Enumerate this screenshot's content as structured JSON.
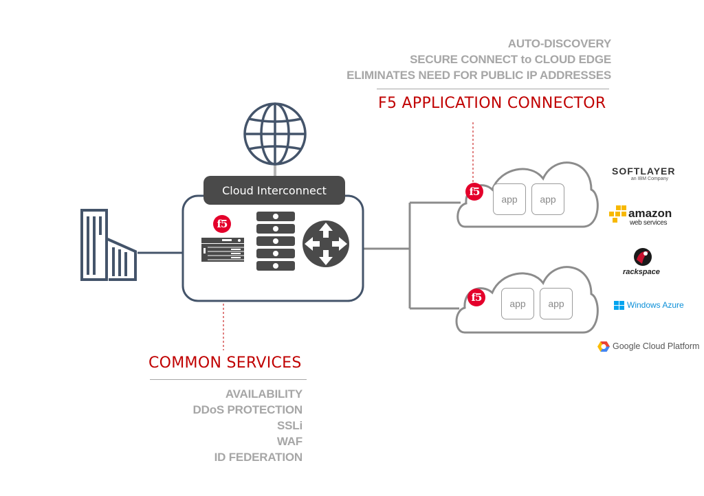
{
  "connector": {
    "features": [
      "AUTO-DISCOVERY",
      "SECURE CONNECT to CLOUD EDGE",
      "ELIMINATES NEED FOR PUBLIC IP ADDRESSES"
    ],
    "title": "F5 APPLICATION CONNECTOR"
  },
  "interconnect": {
    "label": "Cloud Interconnect",
    "f5_logo": "f5"
  },
  "services": {
    "title": "COMMON SERVICES",
    "items": [
      "AVAILABILITY",
      "DDoS PROTECTION",
      "SSLi",
      "WAF",
      "ID FEDERATION"
    ]
  },
  "clouds": [
    {
      "f5_logo": "f5",
      "apps": [
        "app",
        "app"
      ]
    },
    {
      "f5_logo": "f5",
      "apps": [
        "app",
        "app"
      ]
    }
  ],
  "providers": {
    "softlayer": {
      "name": "SOFTLAYER",
      "tagline": "an IBM Company"
    },
    "amazon": {
      "name": "amazon",
      "tagline": "web services"
    },
    "rackspace": {
      "name": "rackspace"
    },
    "azure": {
      "name": "Windows Azure"
    },
    "google": {
      "name": "Google Cloud Platform"
    }
  },
  "colors": {
    "accent_red": "#c00000",
    "f5_red": "#e4002b",
    "icon_navy": "#44546a",
    "line_gray": "#8c8c8c",
    "label_gray": "#a6a6a6"
  }
}
